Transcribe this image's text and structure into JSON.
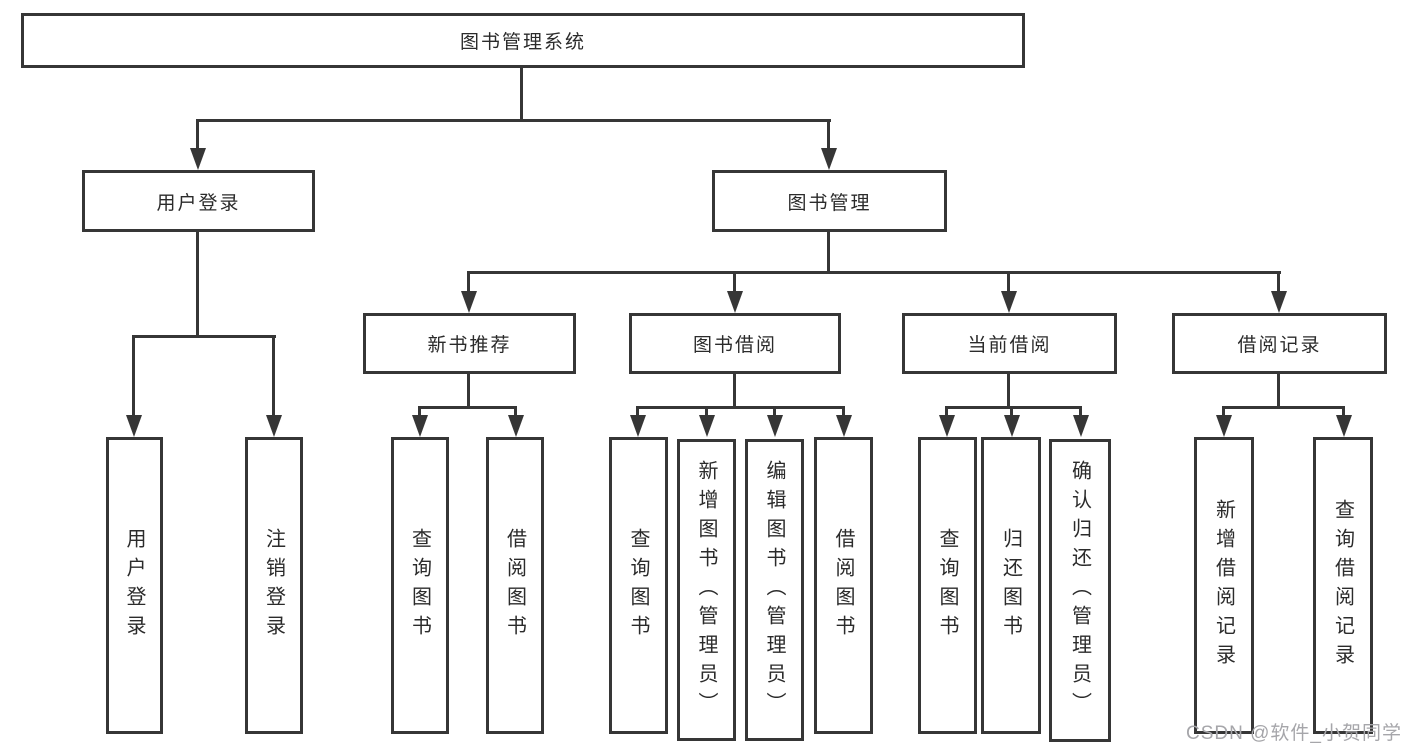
{
  "nodes": {
    "root": {
      "label": "图书管理系统"
    },
    "user_login": {
      "label": "用户登录"
    },
    "book_mgmt": {
      "label": "图书管理"
    },
    "new_book_recommend": {
      "label": "新书推荐"
    },
    "book_borrow": {
      "label": "图书借阅"
    },
    "current_borrow": {
      "label": "当前借阅"
    },
    "borrow_record": {
      "label": "借阅记录"
    },
    "leaf_user_login": {
      "label": "用户登录"
    },
    "leaf_logout": {
      "label": "注销登录"
    },
    "leaf_nbr_query_book": {
      "label": "查询图书"
    },
    "leaf_nbr_borrow_book": {
      "label": "借阅图书"
    },
    "leaf_bb_query_book": {
      "label": "查询图书"
    },
    "leaf_bb_add_book_admin": {
      "label": "新增图书（管理员）"
    },
    "leaf_bb_edit_book_admin": {
      "label": "编辑图书（管理员）"
    },
    "leaf_bb_borrow_book": {
      "label": "借阅图书"
    },
    "leaf_cb_query_book": {
      "label": "查询图书"
    },
    "leaf_cb_return_book": {
      "label": "归还图书"
    },
    "leaf_cb_confirm_return_admin": {
      "label": "确认归还（管理员）"
    },
    "leaf_br_add_record": {
      "label": "新增借阅记录"
    },
    "leaf_br_query_record": {
      "label": "查询借阅记录"
    }
  },
  "watermark": {
    "text": "CSDN @软件_小贺同学"
  },
  "colors": {
    "line": "#363636",
    "text": "#2b2b2b",
    "box_background": "#ffffff",
    "page_background": "#ffffff",
    "watermark": "#a6a6aa"
  }
}
